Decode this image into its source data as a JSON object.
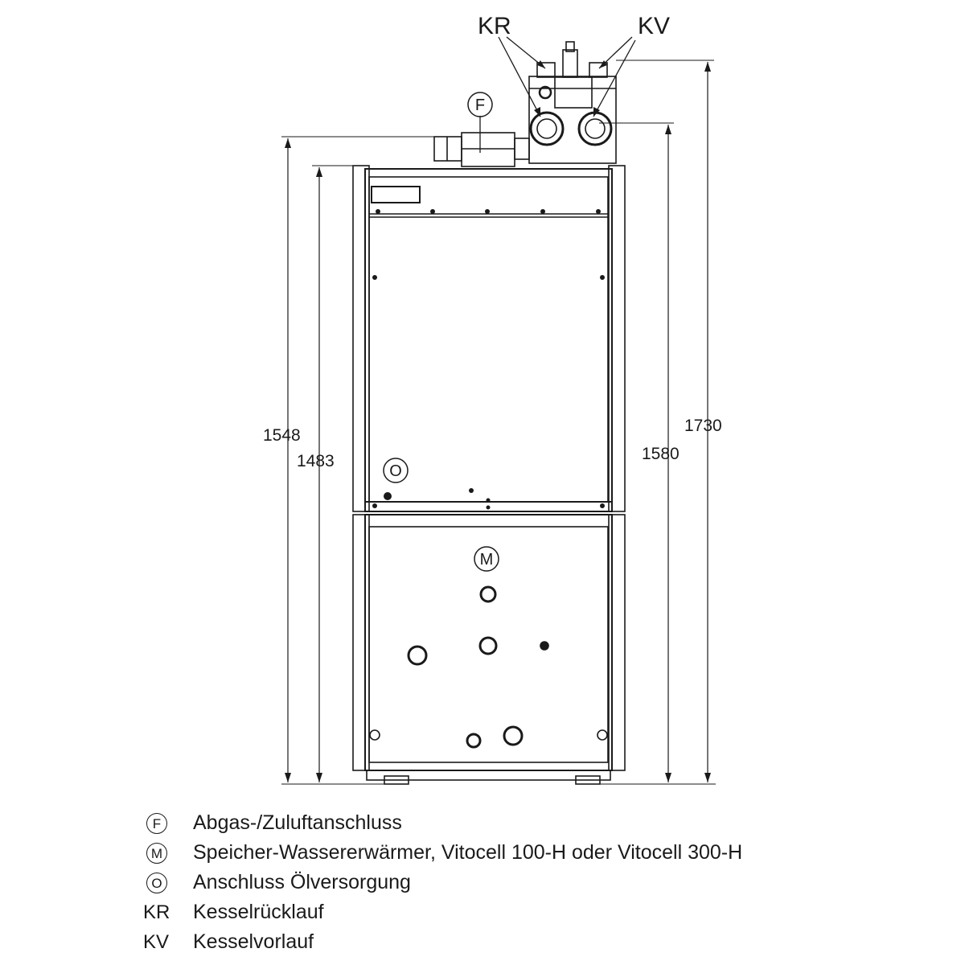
{
  "diagram": {
    "callouts": {
      "kr": "KR",
      "kv": "KV",
      "f": "F",
      "o": "O",
      "m": "M"
    },
    "dimensions": {
      "d1548": "1548",
      "d1483": "1483",
      "d1580": "1580",
      "d1730": "1730"
    }
  },
  "legend": [
    {
      "symbol": "F",
      "text": "Abgas-/Zuluftanschluss",
      "circled": true
    },
    {
      "symbol": "M",
      "text": "Speicher-Wassererwärmer, Vitocell 100-H oder Vitocell 300-H",
      "circled": true
    },
    {
      "symbol": "O",
      "text": "Anschluss Ölversorgung",
      "circled": true
    },
    {
      "symbol": "KR",
      "text": "Kesselrücklauf",
      "circled": false
    },
    {
      "symbol": "KV",
      "text": "Kesselvorlauf",
      "circled": false
    }
  ]
}
